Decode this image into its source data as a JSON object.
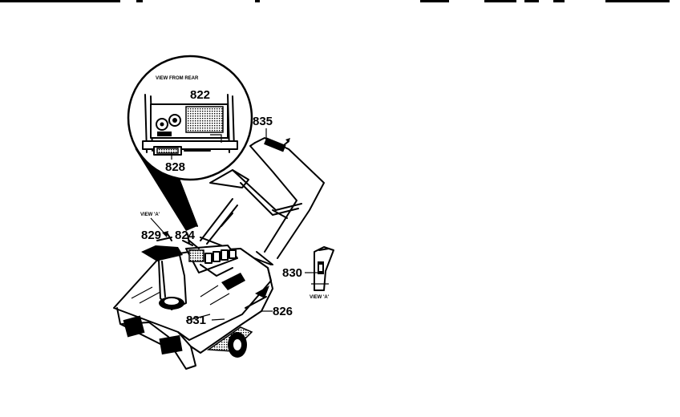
{
  "callouts": {
    "c822": "822",
    "c828": "828",
    "c835": "835",
    "c829": "829",
    "c824": "824",
    "c830": "830",
    "c826": "826",
    "c831": "831"
  },
  "captions": {
    "view_from_rear": "VIEW FROM REAR",
    "view_a_left": "VIEW 'A'",
    "view_a_right": "VIEW 'A'"
  }
}
